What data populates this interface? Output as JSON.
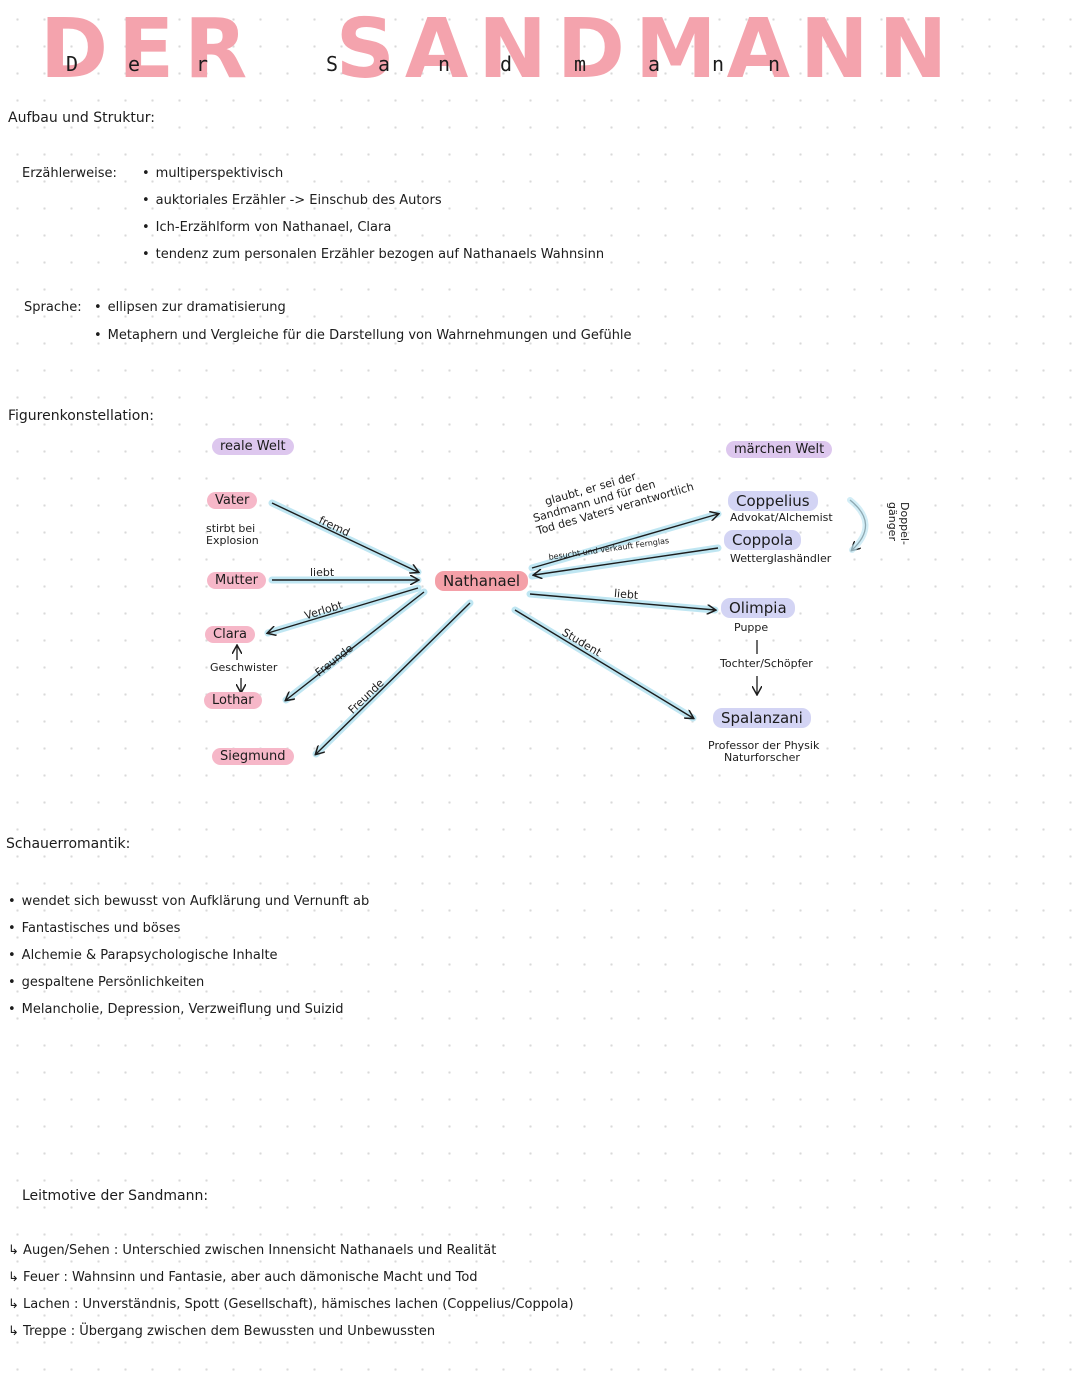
{
  "title": {
    "big": "DER SANDMANN",
    "small_letters": [
      "D",
      "e",
      "r",
      "S",
      "a",
      "n",
      "d",
      "m",
      "a",
      "n",
      "n"
    ]
  },
  "aufbau": {
    "heading": "Aufbau und Struktur:",
    "erzaehlweise_label": "Erzählerweise:",
    "erzaehlweise_items": [
      "multiperspektivisch",
      "auktoriales Erzähler -> Einschub des Autors",
      "Ich-Erzählform von Nathanael, Clara",
      "tendenz zum personalen Erzähler bezogen auf Nathanaels Wahnsinn"
    ],
    "sprache_label": "Sprache:",
    "sprache_items": [
      "ellipsen zur dramatisierung",
      "Metaphern und Vergleiche für die Darstellung von Wahrnehmungen und Gefühle"
    ]
  },
  "figuren": {
    "heading": "Figurenkonstellation:",
    "real_world": "reale Welt",
    "fairy_world": "märchen Welt",
    "center": "Nathanael",
    "nodes": {
      "vater": "Vater",
      "vater_note": [
        "stirbt bei",
        "Explosion"
      ],
      "mutter": "Mutter",
      "clara": "Clara",
      "geschwister": "Geschwister",
      "lothar": "Lothar",
      "siegmund": "Siegmund",
      "coppelius": "Coppelius",
      "coppelius_note": "Advokat/Alchemist",
      "coppola": "Coppola",
      "coppola_note": "Wetterglashändler",
      "doppelgaenger": [
        "Doppel-",
        "gänger"
      ],
      "olimpia": "Olimpia",
      "olimpia_note": "Puppe",
      "tochter": "Tochter/Schöpfer",
      "spalanzani": "Spalanzani",
      "spalanzani_note": [
        "Professor der Physik",
        "Naturforscher"
      ]
    },
    "edges": {
      "vater": "fremd",
      "mutter": "liebt",
      "clara": "Verlobt",
      "lothar": "Freunde",
      "siegmund": "Freunde",
      "coppelius": [
        "glaubt, er sei der",
        "Sandmann und für den",
        "Tod des Vaters verantwortlich"
      ],
      "coppola": "besucht und verkauft Fernglas",
      "olimpia": "liebt",
      "spalanzani": "Student"
    }
  },
  "schauer": {
    "heading": "Schauerromantik:",
    "items": [
      "wendet sich bewusst von Aufklärung und Vernunft ab",
      "Fantastisches und böses",
      "Alchemie & Parapsychologische Inhalte",
      "gespaltene Persönlichkeiten",
      "Melancholie, Depression, Verzweiflung und Suizid"
    ]
  },
  "leitmotive": {
    "heading": "Leitmotive der Sandmann:",
    "arrow": "↳",
    "items": [
      "Augen/Sehen : Unterschied zwischen Innensicht Nathanaels und Realität",
      "Feuer : Wahnsinn und Fantasie, aber auch dämonische Macht und Tod",
      "Lachen : Unverständnis, Spott (Gesellschaft), hämisches lachen (Coppelius/Coppola)",
      "Treppe : Übergang zwischen dem Bewussten und Unbewussten"
    ]
  },
  "colors": {
    "title_pink": "#f4a3ad",
    "pill_pink": "#f6b7c8",
    "pill_lavender": "#ddc7ee",
    "pill_blue": "#d3d4f4",
    "arrow_glow": "#bfe6f2"
  }
}
